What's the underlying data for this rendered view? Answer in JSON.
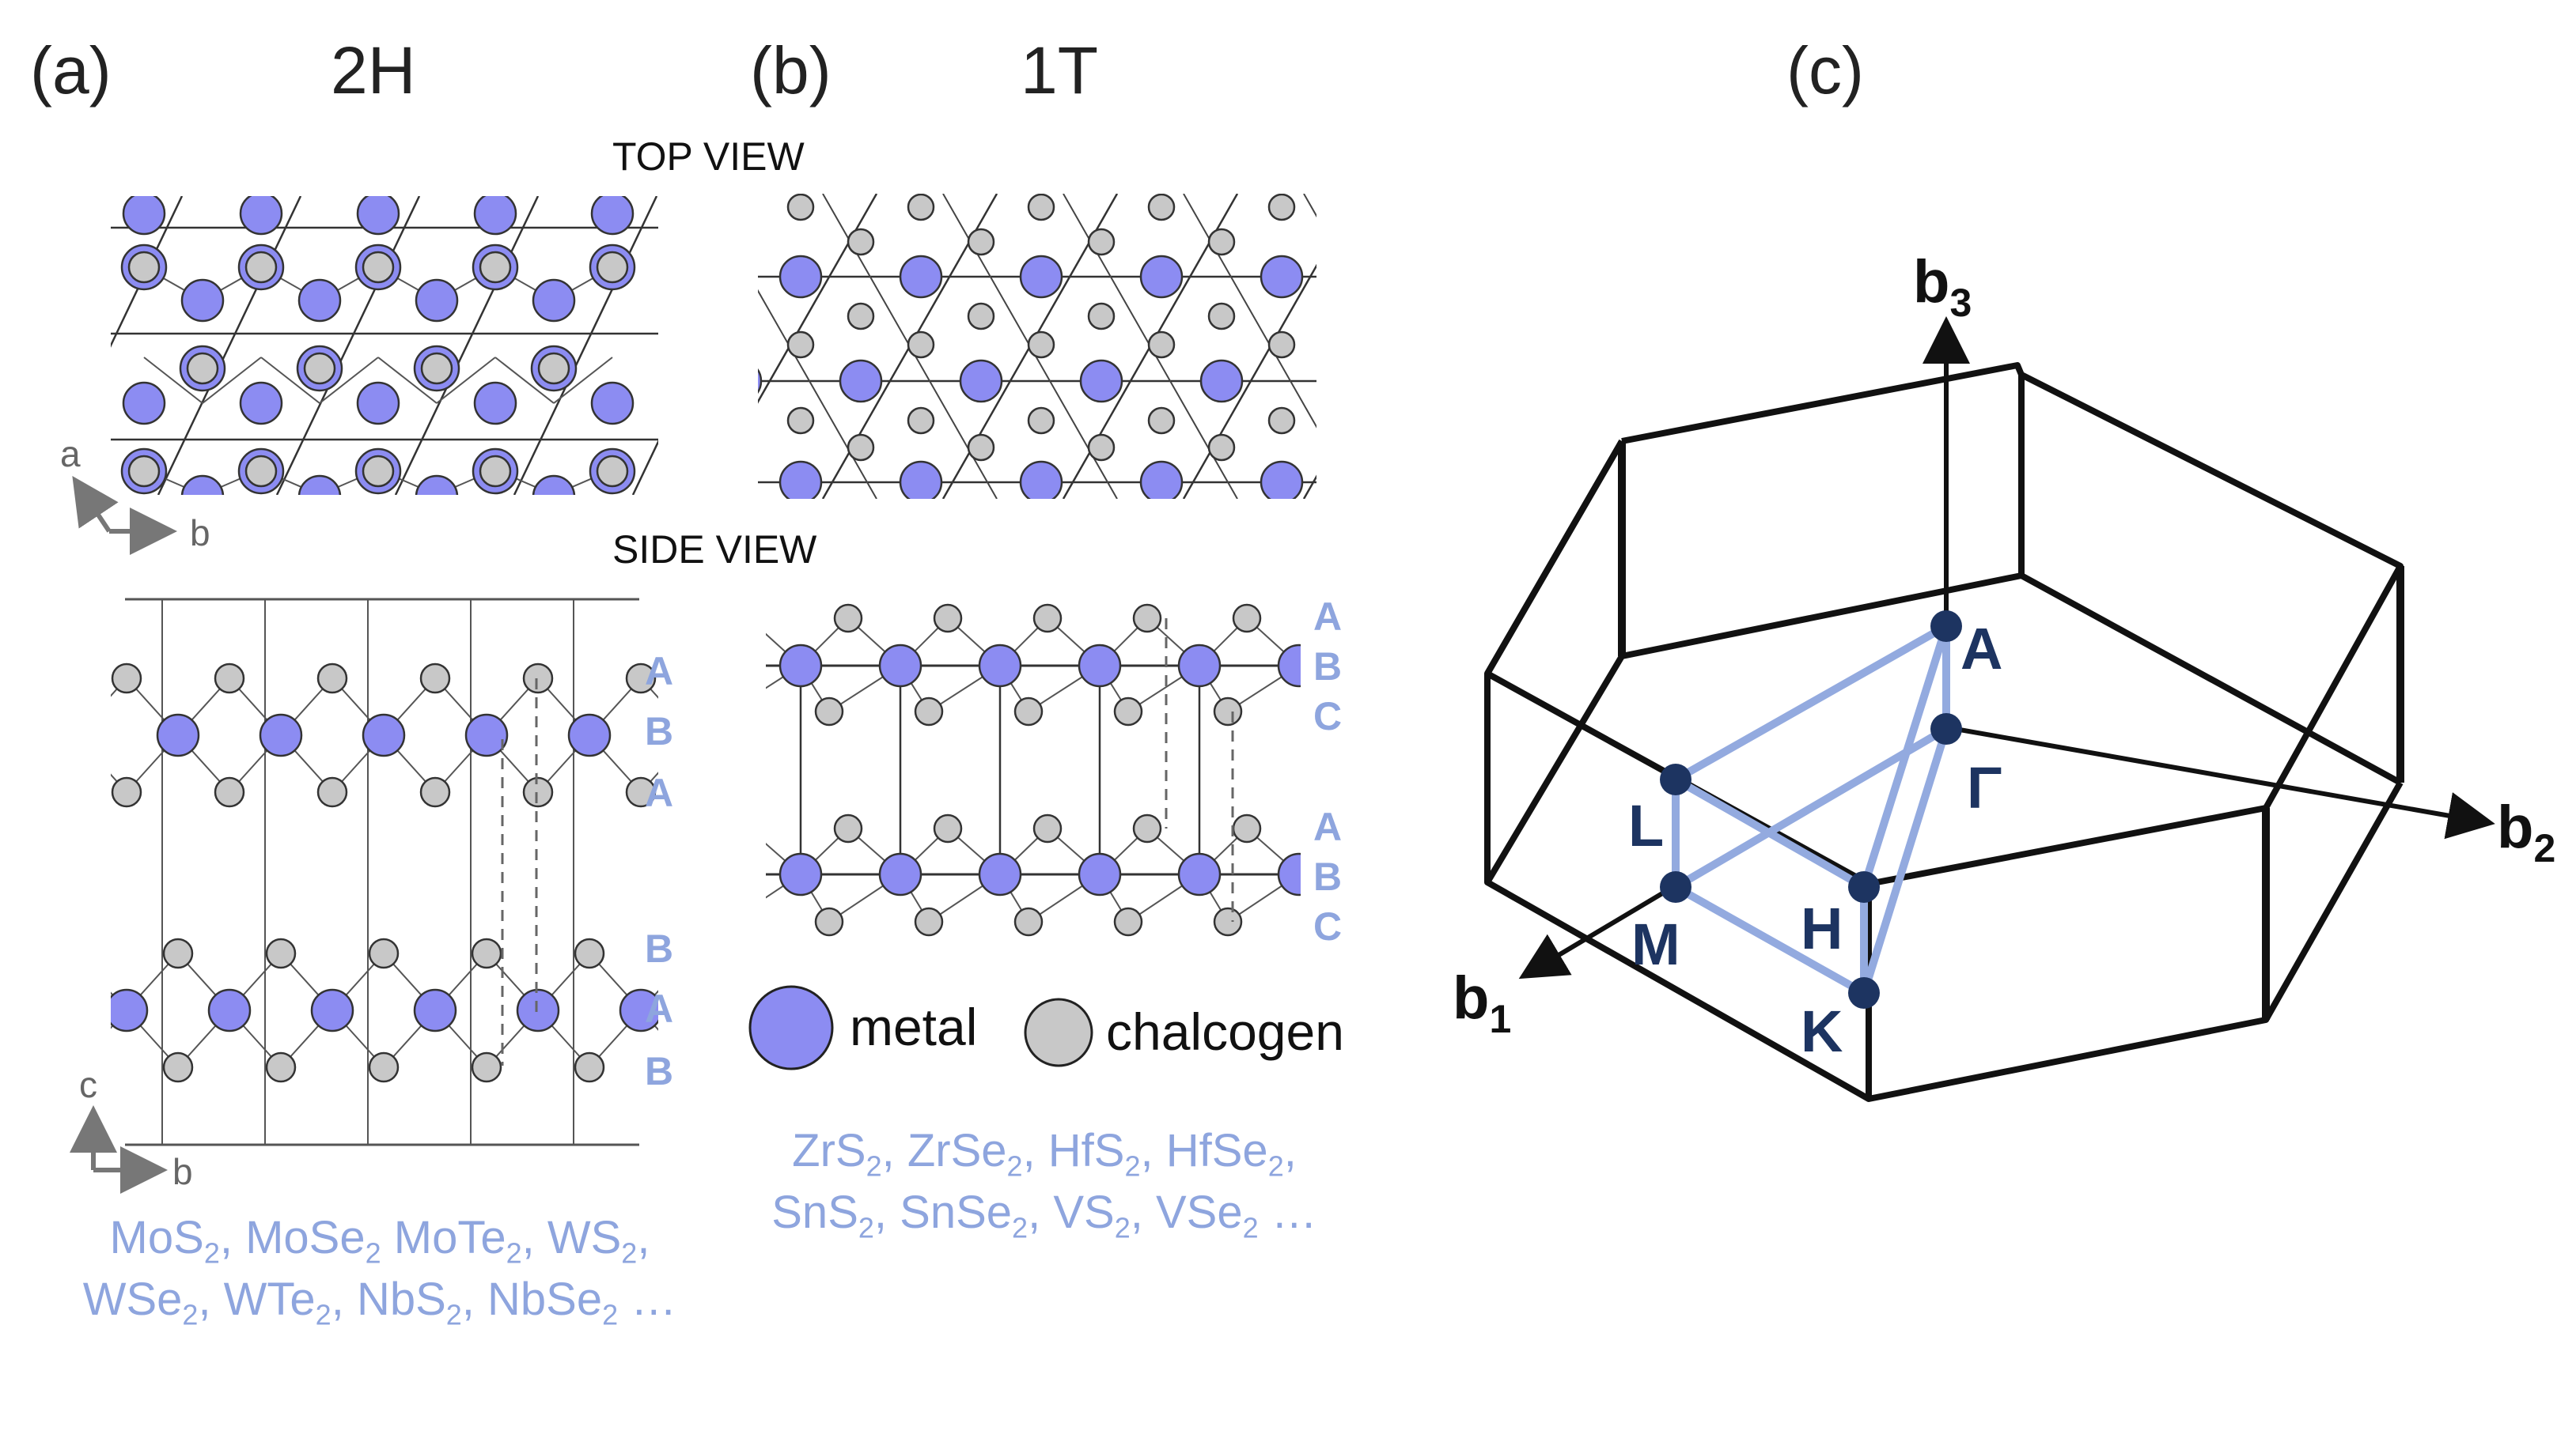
{
  "panels": {
    "a": {
      "label": "(a)",
      "phase": "2H"
    },
    "b": {
      "label": "(b)",
      "phase": "1T"
    },
    "c": {
      "label": "(c)"
    }
  },
  "views": {
    "top": "TOP VIEW",
    "side": "SIDE VIEW"
  },
  "axes_2h_top": {
    "a": "a",
    "b": "b"
  },
  "axes_2h_side": {
    "c": "c",
    "b": "b"
  },
  "stacking_2h": [
    "A",
    "B",
    "A",
    "B",
    "A",
    "B"
  ],
  "stacking_1t": [
    "A",
    "B",
    "C",
    "A",
    "B",
    "C"
  ],
  "legend": {
    "metal": "metal",
    "chalcogen": "chalcogen"
  },
  "compounds_2h": {
    "line1": [
      [
        "MoS",
        "2",
        ", "
      ],
      [
        "MoSe",
        "2",
        ""
      ],
      [
        "MoTe",
        "2",
        ","
      ],
      [
        "WS",
        "2",
        ","
      ]
    ],
    "line2": [
      [
        "WSe",
        "2",
        ", "
      ],
      [
        "WTe",
        "2",
        ", "
      ],
      [
        "NbS",
        "2",
        ", "
      ],
      [
        "NbSe",
        "2",
        " …"
      ]
    ]
  },
  "compounds_1t": {
    "line1": [
      [
        "ZrS",
        "2",
        ", "
      ],
      [
        "ZrSe",
        "2",
        ", "
      ],
      [
        "HfS",
        "2",
        ", "
      ],
      [
        "HfSe",
        "2",
        ","
      ]
    ],
    "line2": [
      [
        "SnS",
        "2",
        ", "
      ],
      [
        "SnSe",
        "2",
        ", "
      ],
      [
        "VS",
        "2",
        ", "
      ],
      [
        "VSe",
        "2",
        " …"
      ]
    ]
  },
  "brillouin_zone": {
    "axes": [
      {
        "name": "b",
        "sub": "3"
      },
      {
        "name": "b",
        "sub": "2"
      },
      {
        "name": "b",
        "sub": "1"
      }
    ],
    "points": [
      "A",
      "Γ",
      "L",
      "M",
      "H",
      "K"
    ]
  },
  "colors": {
    "metal": "#8c8cf2",
    "chalcogen": "#c8c8c8",
    "accent": "#8ea5de",
    "bz_points": "#1d3461",
    "bz_path": "#93aadf"
  }
}
